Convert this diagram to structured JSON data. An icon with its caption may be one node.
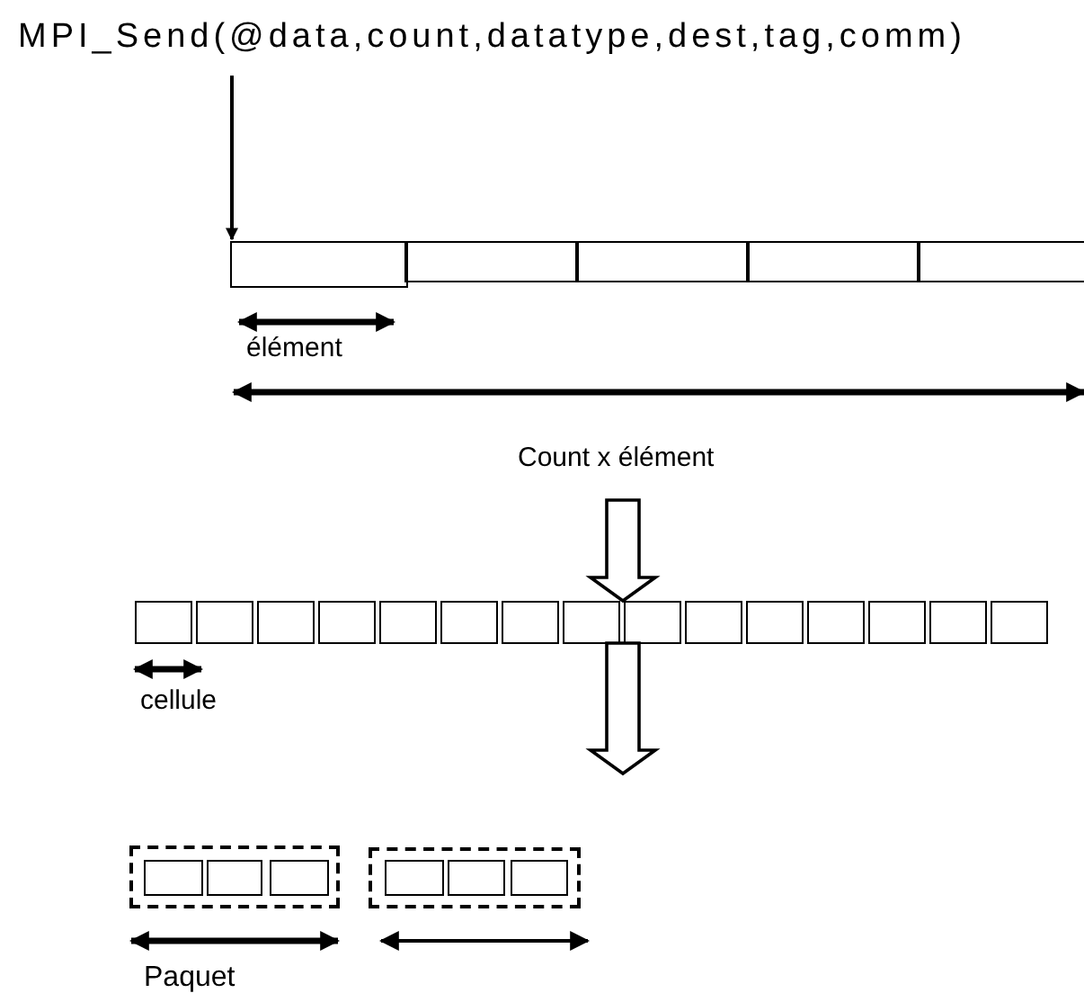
{
  "diagram": {
    "nodes": [
      {
        "text": [
          "MPI_Send(@data,count,datatype,dest,tag,comm)"
        ]
      },
      {
        "text": [],
        "shape": "box"
      },
      {
        "text": [],
        "shape": "box"
      },
      {
        "text": [],
        "shape": "box"
      },
      {
        "text": [],
        "shape": "box"
      },
      {
        "text": [],
        "shape": "box"
      },
      {
        "text": [],
        "shape": "box"
      },
      {
        "text": [],
        "shape": "box"
      },
      {
        "text": [],
        "shape": "box"
      },
      {
        "text": [],
        "shape": "box"
      },
      {
        "text": [],
        "shape": "box"
      },
      {
        "text": [],
        "shape": "box"
      },
      {
        "text": [],
        "shape": "box"
      },
      {
        "text": [],
        "shape": "box"
      },
      {
        "text": [],
        "shape": "box"
      },
      {
        "text": [],
        "shape": "box"
      },
      {
        "text": [],
        "shape": "box"
      },
      {
        "text": [],
        "shape": "box"
      },
      {
        "text": [],
        "shape": "box"
      },
      {
        "text": [],
        "shape": "box"
      },
      {
        "text": [],
        "shape": "box"
      },
      {
        "text": [],
        "shape": "box"
      },
      {
        "text": [],
        "shape": "box",
        "in": 21
      },
      {
        "text": [],
        "shape": "box",
        "in": 21
      },
      {
        "text": [],
        "shape": "box",
        "in": 21
      },
      {
        "text": [],
        "shape": "box"
      },
      {
        "text": [],
        "shape": "box",
        "in": 25
      },
      {
        "text": [],
        "shape": "box",
        "in": 25
      },
      {
        "text": [],
        "shape": "box",
        "in": 25
      }
    ],
    "edges": [
      {
        "from": 0,
        "to": 1,
        "arrow": "to"
      },
      {
        "from": null,
        "to": 14,
        "arrow": "to",
        "style": "thick"
      },
      {
        "from": 14,
        "to": null,
        "arrow": "to",
        "style": "thick"
      }
    ],
    "labels": [
      "élément",
      "Count x élément",
      "cellule",
      "Paquet"
    ]
  }
}
